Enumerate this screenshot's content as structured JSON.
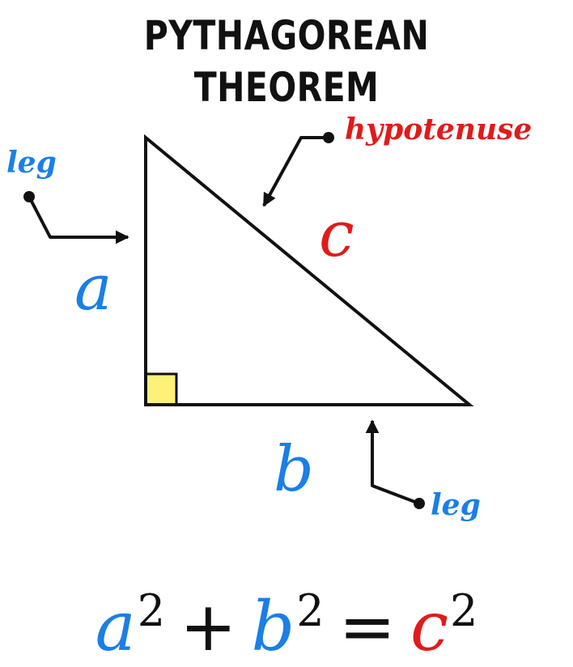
{
  "title": "PYTHAGOREAN THEOREM",
  "colors": {
    "leg": "#1a7fe6",
    "hypotenuse": "#e01b1b",
    "stroke": "#111111",
    "right_angle_fill": "#fff07a"
  },
  "labels": {
    "leg_left": "leg",
    "leg_bottom": "leg",
    "hypotenuse": "hypotenuse",
    "side_a": "a",
    "side_b": "b",
    "side_c": "c"
  },
  "formula": {
    "a": "a",
    "b": "b",
    "c": "c",
    "exp_a": "2",
    "exp_b": "2",
    "exp_c": "2",
    "plus": "+",
    "equals": "="
  }
}
